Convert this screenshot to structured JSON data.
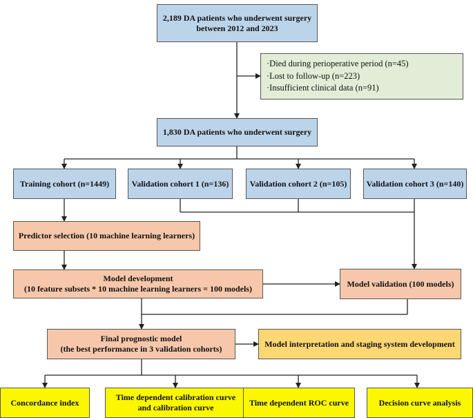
{
  "top_box": {
    "line1": "2,189 DA patients who underwent surgery",
    "line2": "between 2012 and 2023"
  },
  "exclusions": [
    "·Died during perioperative period (n=45)",
    "·Lost to follow-up (n=223)",
    "·Insufficient clinical data (n=91)"
  ],
  "included_box": "1,830 DA patients who underwent surgery",
  "cohorts": [
    "Training cohort (n=1449)",
    "Validation cohort 1 (n=136)",
    "Validation cohort 2 (n=105)",
    "Validation cohort 3 (n=140)"
  ],
  "predictor_selection": "Predictor selection (10 machine learning learners)",
  "model_development": {
    "line1": "Model development",
    "line2": "(10 feature subsets * 10 machine learning learners = 100 models)"
  },
  "model_validation": "Model validation (100 models)",
  "final_model": {
    "line1": "Final prognostic model",
    "line2": "(the best performance in 3 validation cohorts)"
  },
  "interpretation": "Model interpretation and staging system development",
  "outputs": {
    "concordance": "Concordance index",
    "calibration_line1": "Time dependent calibration curve",
    "calibration_line2": "and calibration curve",
    "roc": "Time dependent ROC curve",
    "decision": "Decision curve analysis"
  },
  "colors": {
    "blue_box": "#bcd4ea",
    "green_box": "#e3ecd6",
    "salmon_box": "#f6c7aa",
    "gold_box": "#fcd773",
    "yellow_box": "#fbf700",
    "line": "#222222"
  }
}
